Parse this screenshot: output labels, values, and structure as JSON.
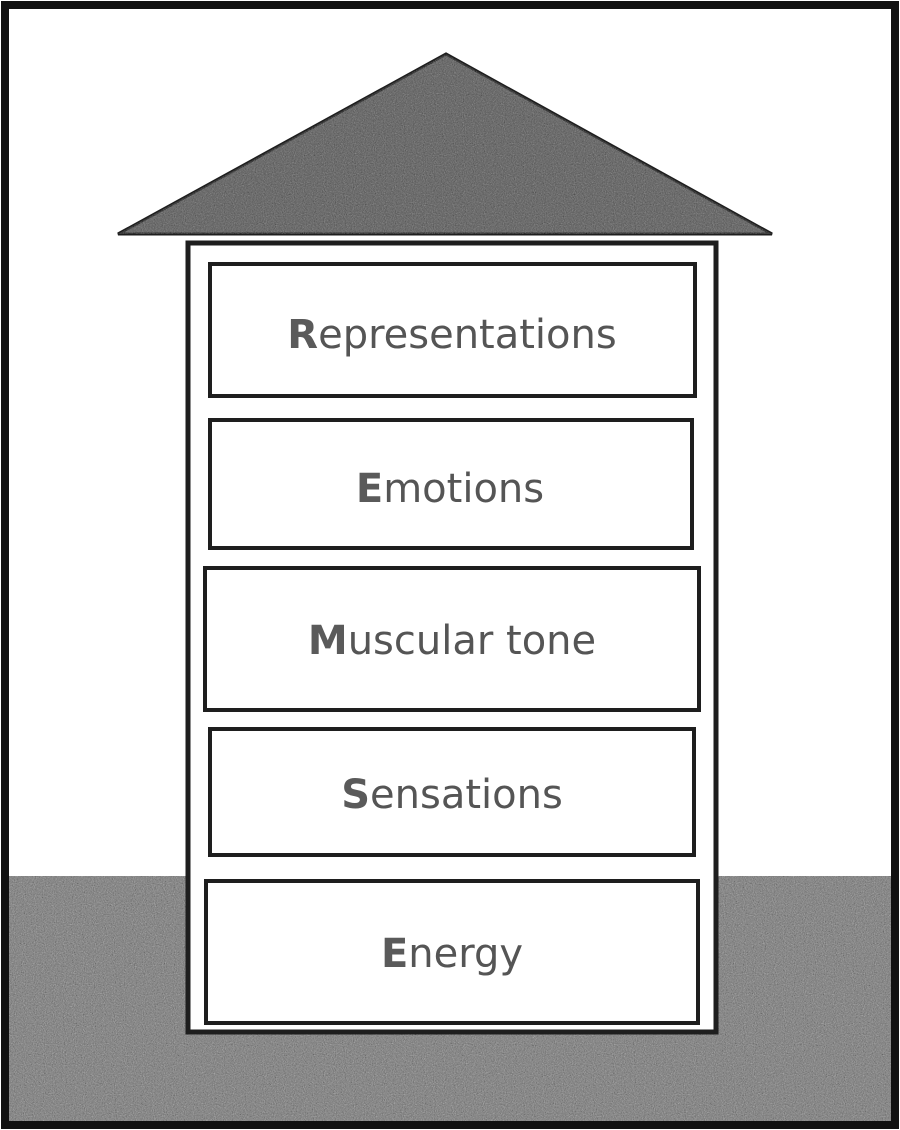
{
  "colors": {
    "outline": "#1e1e1e",
    "roof_fill": "#5a5a5a",
    "ground_fill": "#7a7a7a",
    "text": "#555555",
    "background": "#ffffff"
  },
  "floors": [
    {
      "initial": "R",
      "rest": "epresentations"
    },
    {
      "initial": "E",
      "rest": "motions"
    },
    {
      "initial": "M",
      "rest": "uscular tone"
    },
    {
      "initial": "S",
      "rest": "ensations"
    },
    {
      "initial": "E",
      "rest": "nergy"
    }
  ]
}
